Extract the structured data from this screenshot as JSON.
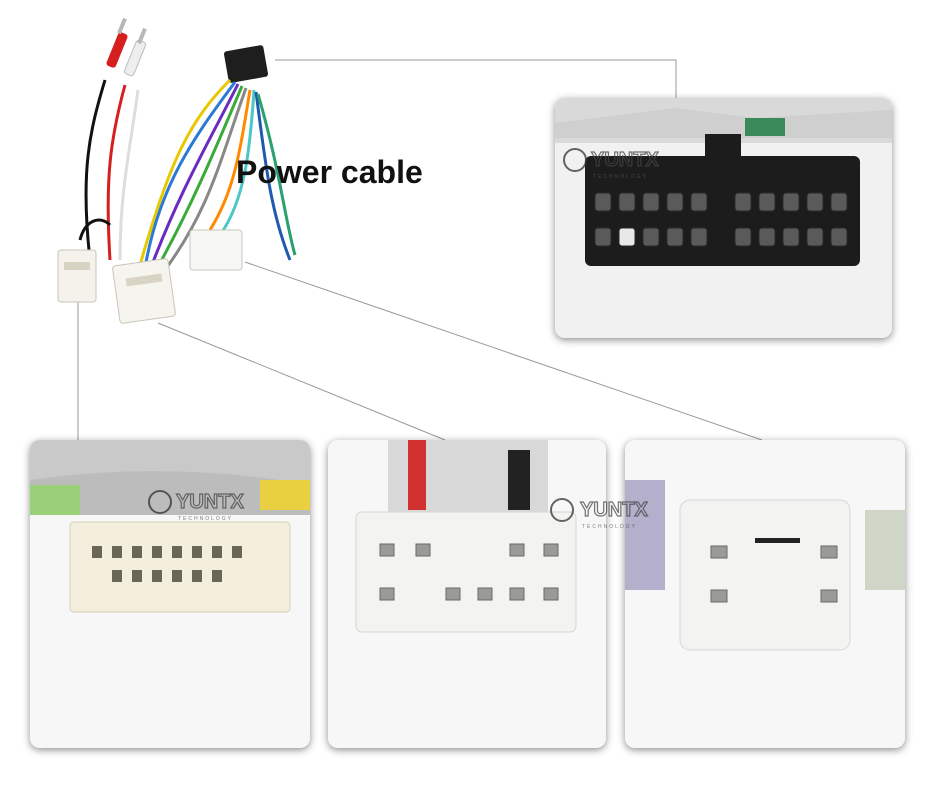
{
  "title": "Power cable",
  "watermark": "YUNTX",
  "watermark_sub": "TECHNOLOGY",
  "colors": {
    "connector_black": "#1c1c1c",
    "connector_white": "#f6f6f2",
    "pin_gray": "#8a8a8a",
    "leader_line": "#9a9a9a",
    "panel_shadow": "#777777"
  },
  "images": [
    {
      "name": "main-harness-photo"
    },
    {
      "name": "black-iso-connector-closeup"
    },
    {
      "name": "white-connector-closeup-1"
    },
    {
      "name": "white-connector-closeup-2"
    },
    {
      "name": "white-connector-closeup-3"
    }
  ]
}
